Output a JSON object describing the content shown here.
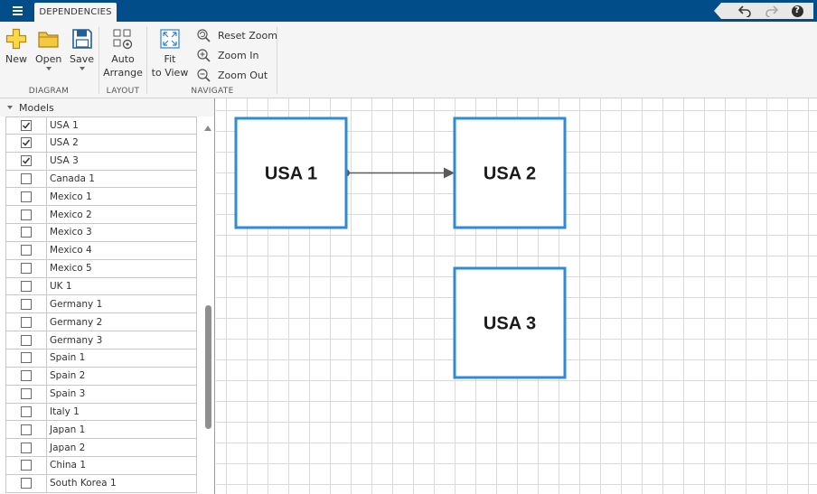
{
  "app": {
    "tab": "DEPENDENCIES"
  },
  "toolstrip": {
    "diagram": {
      "label": "DIAGRAM",
      "new": "New",
      "open": "Open",
      "save": "Save"
    },
    "layout": {
      "label": "LAYOUT",
      "auto_arrange_1": "Auto",
      "auto_arrange_2": "Arrange"
    },
    "navigate": {
      "label": "NAVIGATE",
      "fit_1": "Fit",
      "fit_2": "to View",
      "reset_zoom": "Reset Zoom",
      "zoom_in": "Zoom In",
      "zoom_out": "Zoom Out"
    }
  },
  "panel": {
    "title": "Models",
    "items": [
      {
        "label": "USA 1",
        "checked": true
      },
      {
        "label": "USA 2",
        "checked": true
      },
      {
        "label": "USA 3",
        "checked": true
      },
      {
        "label": "Canada 1",
        "checked": false
      },
      {
        "label": "Mexico 1",
        "checked": false
      },
      {
        "label": "Mexico 2",
        "checked": false
      },
      {
        "label": "Mexico 3",
        "checked": false
      },
      {
        "label": "Mexico 4",
        "checked": false
      },
      {
        "label": "Mexico 5",
        "checked": false
      },
      {
        "label": "UK 1",
        "checked": false
      },
      {
        "label": "Germany 1",
        "checked": false
      },
      {
        "label": "Germany 2",
        "checked": false
      },
      {
        "label": "Germany 3",
        "checked": false
      },
      {
        "label": "Spain 1",
        "checked": false
      },
      {
        "label": "Spain 2",
        "checked": false
      },
      {
        "label": "Spain 3",
        "checked": false
      },
      {
        "label": "Italy 1",
        "checked": false
      },
      {
        "label": "Japan 1",
        "checked": false
      },
      {
        "label": "Japan 2",
        "checked": false
      },
      {
        "label": "China 1",
        "checked": false
      },
      {
        "label": "South Korea 1",
        "checked": false
      }
    ]
  },
  "diagram": {
    "nodes": [
      {
        "id": "usa1",
        "label": "USA 1"
      },
      {
        "id": "usa2",
        "label": "USA 2"
      },
      {
        "id": "usa3",
        "label": "USA 3"
      }
    ],
    "edges": [
      {
        "from": "usa1",
        "to": "usa2"
      }
    ]
  },
  "colors": {
    "title_bar": "#004d8a",
    "node_border": "#2f8ad8",
    "edge": "#5a5a5a",
    "grid": "#dadada"
  }
}
